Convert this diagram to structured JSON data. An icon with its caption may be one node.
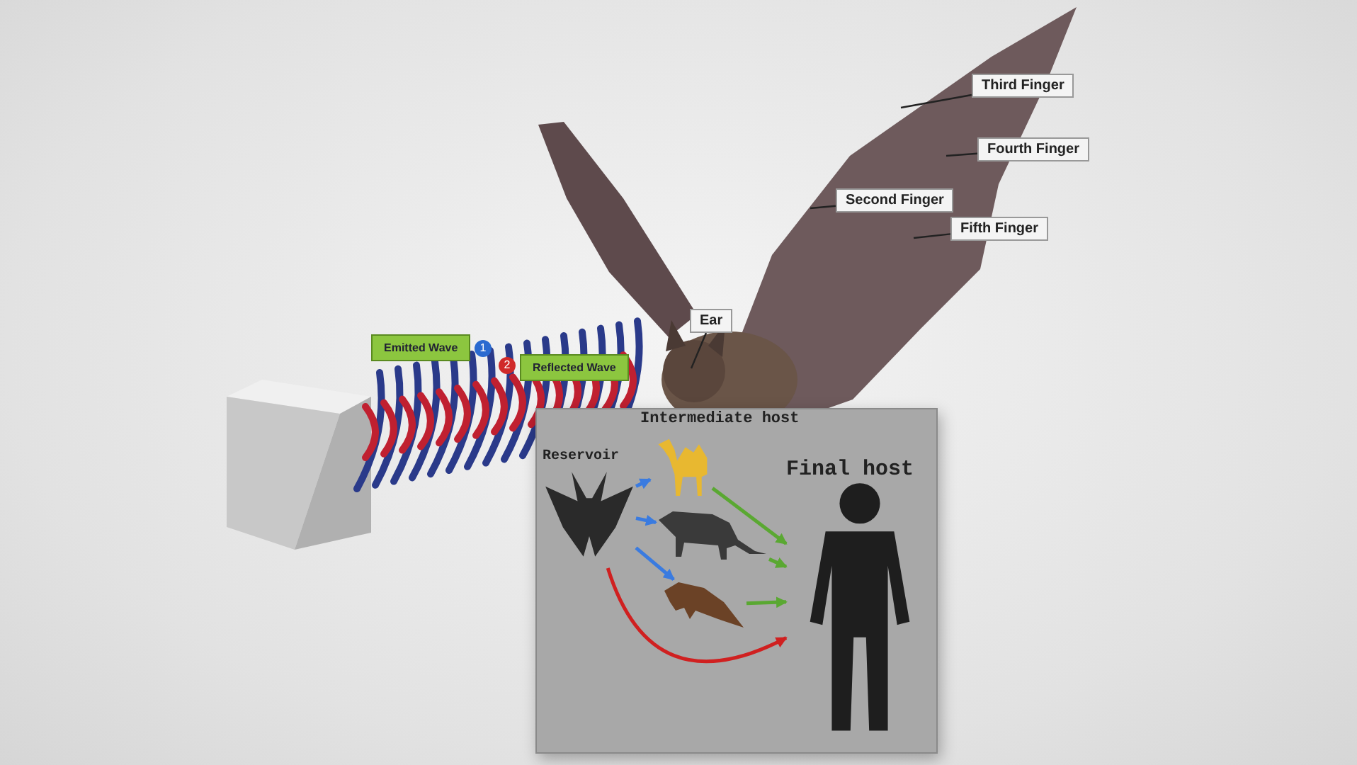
{
  "diagram": {
    "nodes": [
      {
        "text": [],
        "shape": "box"
      },
      {
        "text": [
          "Reservoir"
        ],
        "in": 0
      },
      {
        "text": [],
        "shape": "picture",
        "in": 0
      },
      {
        "text": [],
        "shape": "picture",
        "in": 0
      },
      {
        "text": [],
        "shape": "picture",
        "in": 0
      },
      {
        "text": [
          "Final host"
        ],
        "in": 0
      },
      {
        "text": [
          "Third Finger"
        ]
      },
      {
        "text": [
          "Fourth Finger"
        ]
      },
      {
        "text": [
          "Second Finger"
        ]
      },
      {
        "text": [
          "Fifth Finger"
        ]
      },
      {
        "text": [
          "Ear"
        ]
      }
    ],
    "edges": [
      {
        "from": 1,
        "to": 2,
        "arrow": "to",
        "color": "#3a7be0"
      },
      {
        "from": 1,
        "to": 3,
        "arrow": "to",
        "color": "#3a7be0"
      },
      {
        "from": 1,
        "to": 4,
        "arrow": "to",
        "color": "#3a7be0"
      },
      {
        "from": 2,
        "to": 5,
        "arrow": "to",
        "color": "#5aa832"
      },
      {
        "from": 3,
        "to": 5,
        "arrow": "to",
        "color": "#5aa832"
      },
      {
        "from": 4,
        "to": 5,
        "arrow": "to",
        "color": "#5aa832"
      },
      {
        "from": 1,
        "to": 5,
        "arrow": "to",
        "color": "#d02020"
      },
      {
        "from": 6,
        "to": null,
        "arrow": "none"
      },
      {
        "from": 7,
        "to": null,
        "arrow": "none"
      },
      {
        "from": 8,
        "to": null,
        "arrow": "none"
      },
      {
        "from": 9,
        "to": null,
        "arrow": "none"
      },
      {
        "from": 10,
        "to": null,
        "arrow": "none"
      }
    ],
    "labels": [
      "Emitted Wave",
      "1",
      "2",
      "Reflected Wave",
      "Intermediate host"
    ]
  }
}
